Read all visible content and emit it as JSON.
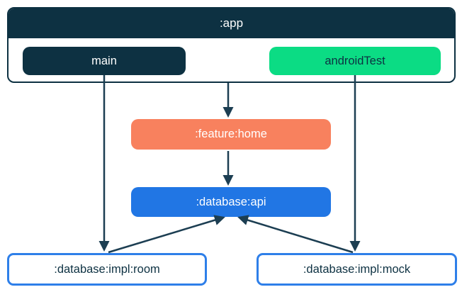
{
  "diagram": {
    "type": "module-dependency-graph",
    "nodes": {
      "app": {
        "label": ":app"
      },
      "main": {
        "label": "main"
      },
      "androidTest": {
        "label": "androidTest"
      },
      "featureHome": {
        "label": ":feature:home"
      },
      "databaseApi": {
        "label": ":database:api"
      },
      "databaseImplRoom": {
        "label": ":database:impl:room"
      },
      "databaseImplMock": {
        "label": ":database:impl:mock"
      }
    },
    "edges": [
      {
        "from": ":app",
        "to": ":feature:home"
      },
      {
        "from": ":feature:home",
        "to": ":database:api"
      },
      {
        "from": "main",
        "to": ":database:impl:room"
      },
      {
        "from": "androidTest",
        "to": ":database:impl:mock"
      },
      {
        "from": ":database:impl:room",
        "to": ":database:api"
      },
      {
        "from": ":database:impl:mock",
        "to": ":database:api"
      }
    ],
    "colors": {
      "navy": "#0d3142",
      "arrow": "#1c3e52",
      "green": "#0bdc84",
      "coral": "#f8815e",
      "blue": "#2176e4",
      "implBorderBlue": "#2e7fe9",
      "white": "#ffffff"
    }
  }
}
